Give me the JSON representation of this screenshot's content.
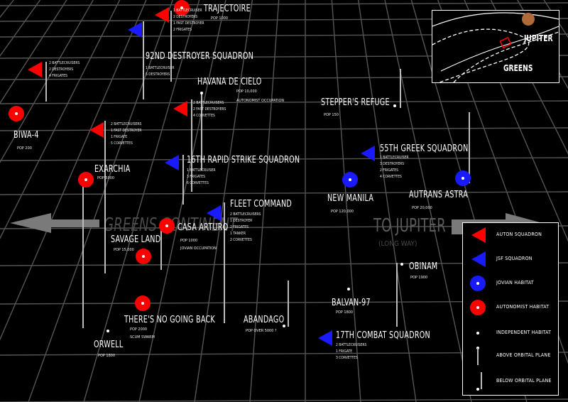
{
  "direction_labels": {
    "greens": "GREENS CONTINENT",
    "jupiter": "TO JUPITER",
    "jupiter_sub": "(LONG WAY)"
  },
  "inset": {
    "jupiter": "JUPITER",
    "greens": "GREENS"
  },
  "legend": [
    {
      "label": "AUTON SQUADRON",
      "icon": "red-flag-icon"
    },
    {
      "label": "JSF SQUADRON",
      "icon": "blue-flag-icon"
    },
    {
      "label": "JOVIAN HABITAT",
      "icon": "blue-circle-icon"
    },
    {
      "label": "AUTONOMIST HABITAT",
      "icon": "red-circle-icon"
    },
    {
      "label": "INDEPENDENT HABITAT",
      "icon": "white-dot-icon"
    },
    {
      "label": "ABOVE ORBITAL PLANE",
      "icon": "pole-up-icon"
    },
    {
      "label": "BELOW ORBITAL PLANE",
      "icon": "pole-down-icon"
    }
  ],
  "colors": {
    "auton": "#ff0000",
    "jsf": "#1a1aff",
    "grid": "#555555"
  },
  "locations": {
    "trajectoire": {
      "name": "TRAJECTOIRE",
      "pop": "POP 1000"
    },
    "havana": {
      "name": "HAVANA DE CIELO",
      "pop": "POP 10,000",
      "note": "AUTONOMIST OCCUPATION"
    },
    "stepper": {
      "name": "STEPPER'S REFUGE",
      "pop": "POP 150"
    },
    "biwa": {
      "name": "BIWA-4",
      "pop": "POP 200"
    },
    "exarchia": {
      "name": "EXARCHIA",
      "pop": "POP 5000"
    },
    "new_manila": {
      "name": "NEW MANILA",
      "pop": "POP 120,000"
    },
    "autrans": {
      "name": "AUTRANS ASTRA",
      "pop": "POP 20,000"
    },
    "casa": {
      "name": "CASA ARTURO",
      "pop": "POP 1000",
      "note": "JOVIAN OCCUPATION"
    },
    "savage": {
      "name": "SAVAGE LAND",
      "pop": "POP 15,000"
    },
    "obinam": {
      "name": "OBINAM",
      "pop": "POP 1900"
    },
    "balvan": {
      "name": "BALVAN-97",
      "pop": "POP 1800"
    },
    "no_going_back": {
      "name": "THERE'S NO GOING BACK",
      "pop": "POP 2000",
      "note": "SCUM SWARM"
    },
    "abandago": {
      "name": "ABANDAGO",
      "pop": "POP OVER 5000 ?"
    },
    "orwell": {
      "name": "ORWELL",
      "pop": "POP 1800"
    }
  },
  "squadrons": {
    "traj_auton": {
      "ships": [
        "1 BATTLECRUISER",
        "2 DESTROYERS",
        "1 FAST DESTROYER",
        "2 FRIGATES"
      ]
    },
    "s92": {
      "name": "92ND DESTROYER SQUADRON",
      "ships": [
        "1 BATTLECRUISER",
        "5 DESTROYERS"
      ]
    },
    "west_auton": {
      "ships": [
        "2 BATTLECRUISERS",
        "2 DESTROYERS",
        "4 FRIGATES"
      ]
    },
    "havana_auton": {
      "ships": [
        "2 BATTLECRUISERS",
        "2 FAST DESTROYERS",
        "4 CORVETTES"
      ]
    },
    "exarchia_auton": {
      "ships": [
        "2 BATTLECRUISERS",
        "1 FAST DESTROYER",
        "1 FRIGATE",
        "5 CORVETTES"
      ]
    },
    "s16": {
      "name": "16TH RAPID STRIKE SQUADRON",
      "ships": [
        "1 BATTLECRUISER",
        "3 FRIGATES",
        "6 CORVETTES"
      ]
    },
    "s55": {
      "name": "55TH GREEK SQUADRON",
      "ships": [
        "1 BATTLECRUISER",
        "3 DESTROYERS",
        "2 FRIGATES",
        "4 CORVETTES"
      ]
    },
    "fleet": {
      "name": "FLEET COMMAND",
      "ships": [
        "2 BATTLECRUISERS",
        "1 DESTROYER",
        "2 FRIGATES",
        "1 TANKER",
        "2 CORVETTES"
      ]
    },
    "s17": {
      "name": "17TH COMBAT SQUADRON",
      "ships": [
        "2 BATTLECRUISERS",
        "1 FRIGATE",
        "3 CORVETTES"
      ]
    }
  }
}
